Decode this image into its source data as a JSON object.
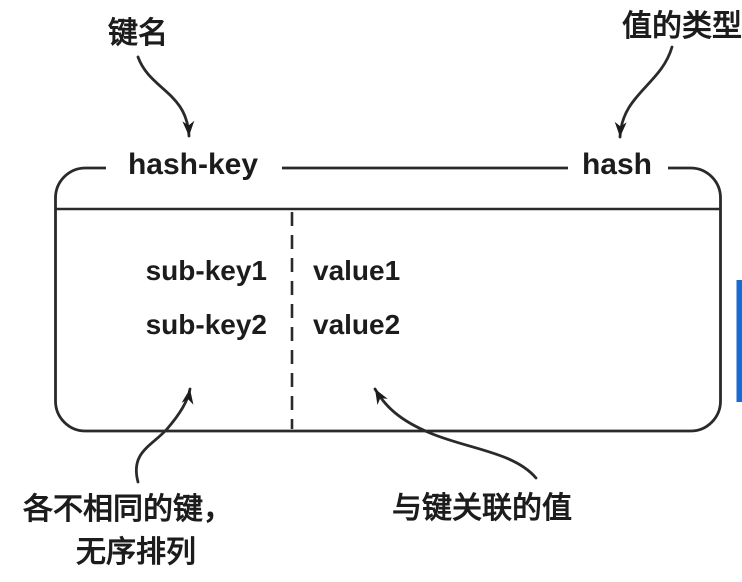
{
  "diagram": {
    "background_color": "#ffffff",
    "ink_color": "#2a2a2a",
    "accent_bar_color": "#176bd4",
    "annotations": {
      "key_name_label": "键名",
      "value_type_label": "值的类型",
      "distinct_keys_line1": "各不相同的键，",
      "distinct_keys_line2": "无序排列",
      "associated_values_label": "与键关联的值"
    },
    "box": {
      "key_label": "hash-key",
      "type_label": "hash",
      "rows": [
        {
          "field": "sub-key1",
          "value": "value1"
        },
        {
          "field": "sub-key2",
          "value": "value2"
        }
      ]
    }
  }
}
